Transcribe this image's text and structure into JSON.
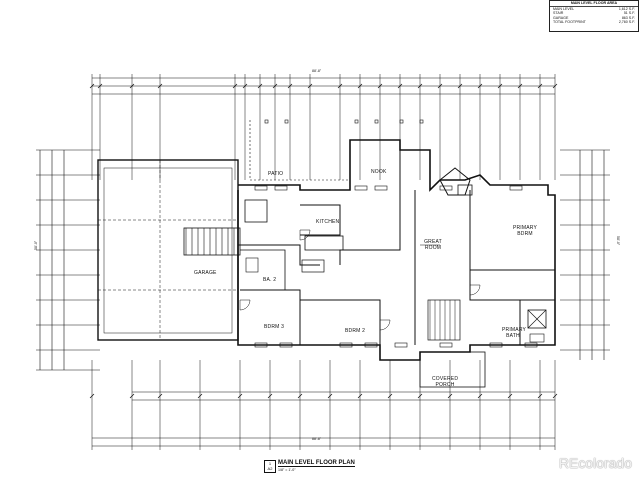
{
  "area_schedule": {
    "title": "MAIN LEVEL FLOOR AREA",
    "rows": [
      {
        "label": "MAIN LEVEL",
        "value": "1,612 S.F."
      },
      {
        "label": "STAIR",
        "value": "51 S.F."
      },
      {
        "label": "GARAGE",
        "value": "863 S.F."
      },
      {
        "label": "TOTAL FOOTPRINT",
        "value": "2,760 S.F."
      }
    ]
  },
  "rooms": {
    "patio": "PATIO",
    "nook": "NOOK",
    "kitchen": "KITCHEN",
    "great_room": "GREAT ROOM",
    "primary_bdrm": "PRIMARY BDRM",
    "garage": "GARAGE",
    "ba2": "BA. 2",
    "bdrm3": "BDRM 3",
    "bdrm2": "BDRM 2",
    "covered_porch": "COVERED PORCH",
    "primary_bath": "PRIMARY BATH"
  },
  "dimensions": {
    "overall_top": "88'-8\"",
    "overall_bottom": "88'-8\"",
    "left_overall": "58'-0\"",
    "right_overall": "58'-0\""
  },
  "title_block": {
    "sheet": "1",
    "sheet_sub": "A2",
    "title": "MAIN LEVEL FLOOR PLAN",
    "scale": "1/8\" = 1'-0\""
  },
  "watermark": "REcolorado"
}
